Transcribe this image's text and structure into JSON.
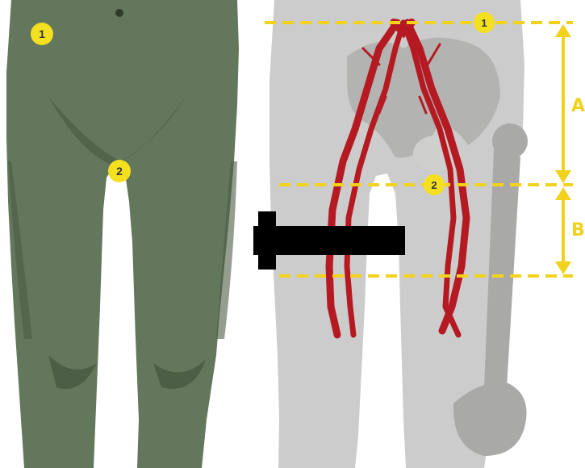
{
  "colors": {
    "marker_fill": "#f4e020",
    "guide_line": "#f2d21c",
    "dimension_arrow": "#f2d21c",
    "side_label": "#f2d21c",
    "leg_model": "#62775b",
    "leg_shadow": "#3e4f39",
    "body_silhouette": "#cccccc",
    "bone": "#a9aaa8",
    "artery": "#b51a22",
    "bar": "#000000"
  },
  "left_panel": {
    "marker_1": {
      "label": "1"
    },
    "marker_2": {
      "label": "2"
    }
  },
  "right_panel": {
    "marker_1": {
      "label": "1"
    },
    "marker_2": {
      "label": "2"
    },
    "segment_a": {
      "label": "A"
    },
    "segment_b": {
      "label": "B"
    }
  },
  "icons": {
    "arrow": "thick-right-arrow-icon"
  }
}
